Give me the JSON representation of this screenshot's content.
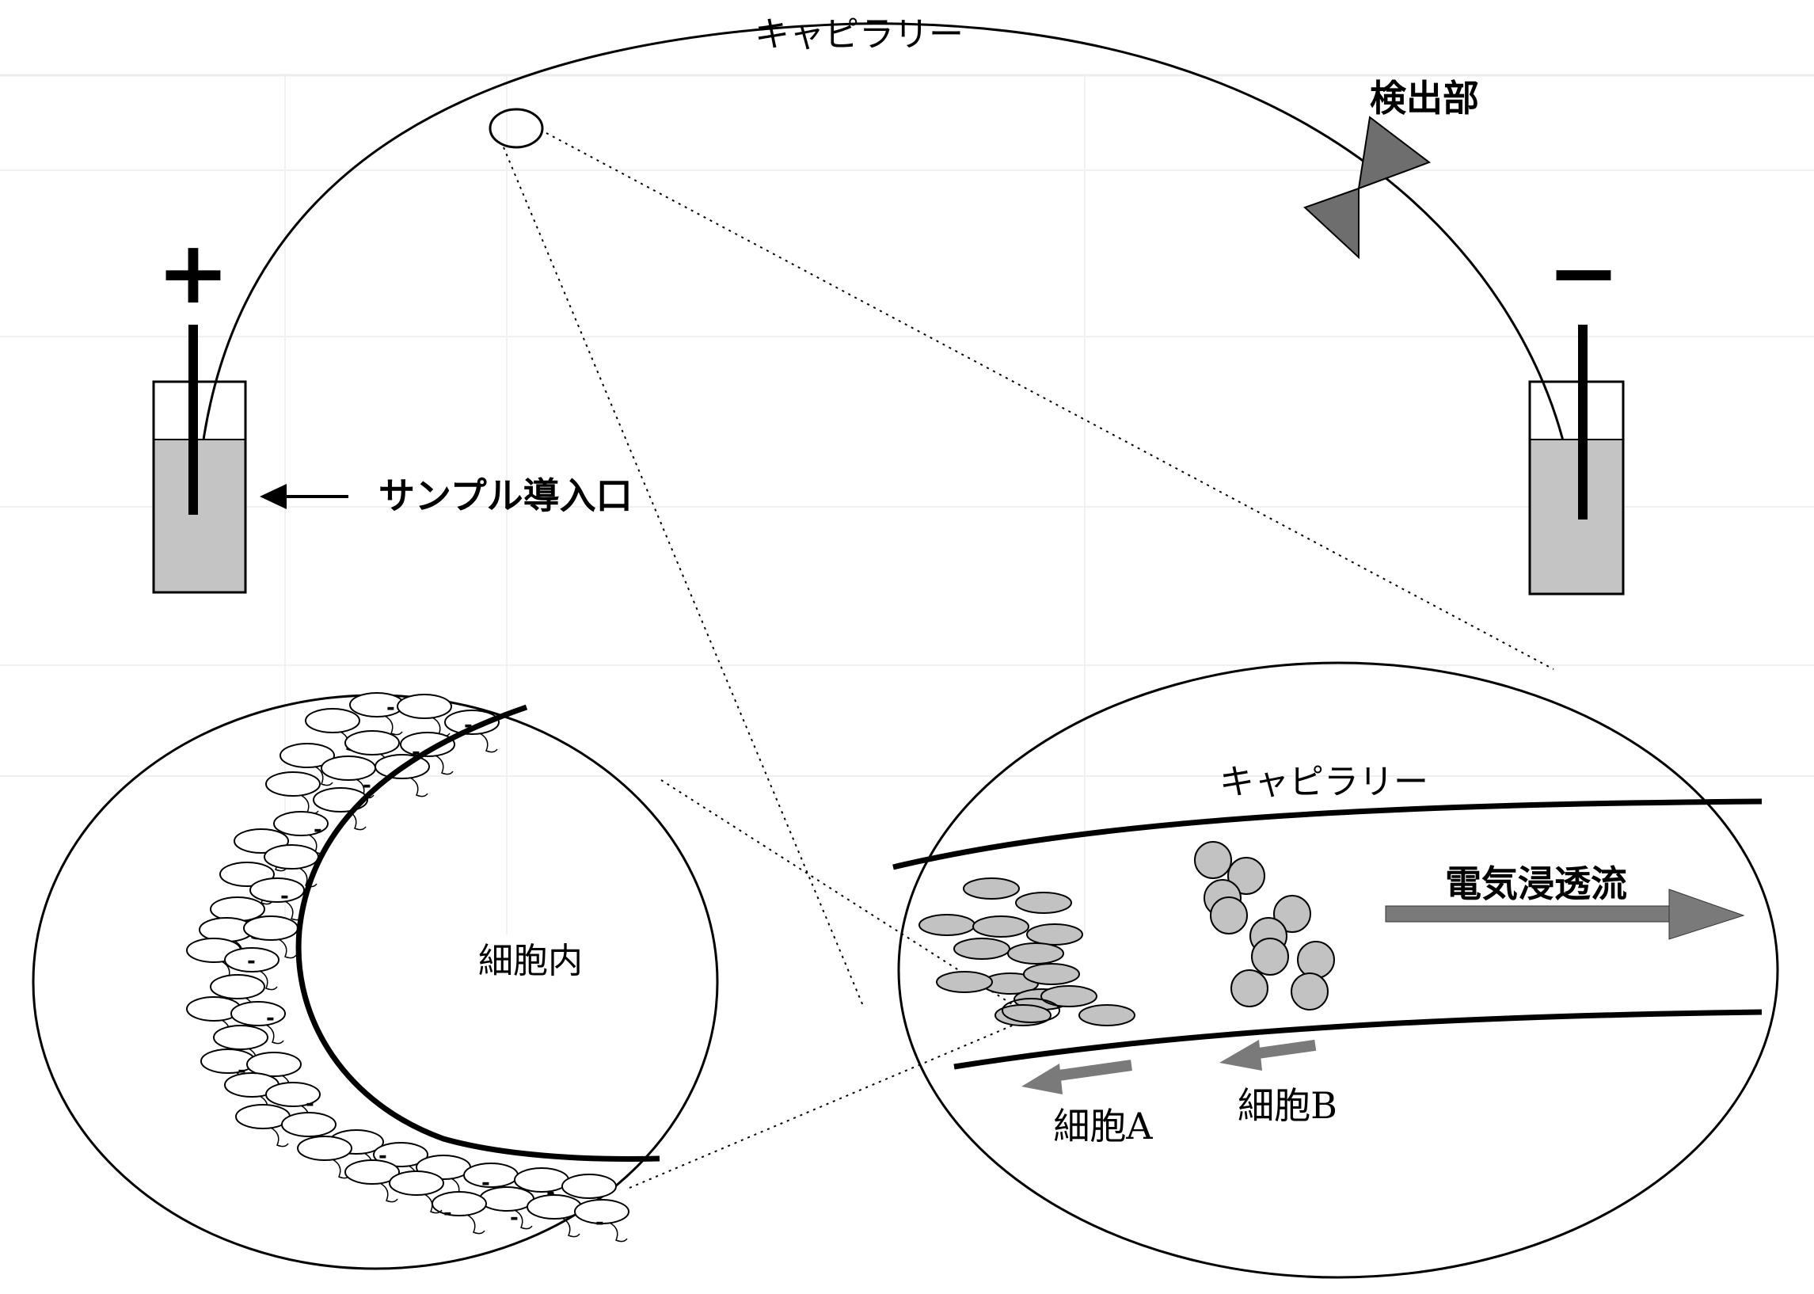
{
  "labels": {
    "capillary_top": "キャピラリー",
    "detector": "検出部",
    "plus": "+",
    "minus": "−",
    "sample_inlet": "サンプル導入口",
    "inside_cell": "細胞内",
    "capillary_inset": "キャピラリー",
    "eof": "電気浸透流",
    "cell_a": "細胞A",
    "cell_b": "細胞B"
  },
  "membrane_charge": "-",
  "colors": {
    "line": "#000000",
    "buffer": "#c4c4c4",
    "cell_fill": "#c2c2c2",
    "arrow": "#7a7a7a",
    "detector": "#6e6e6e",
    "ghost_text": "#d4d4d4"
  }
}
